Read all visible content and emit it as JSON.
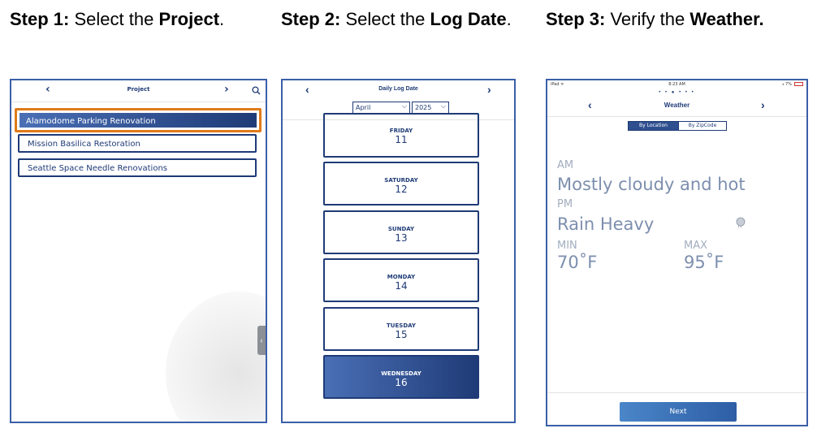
{
  "steps": [
    {
      "prefix": "Step 1:",
      "text": " Select the ",
      "bold": "Project",
      "suffix": "."
    },
    {
      "prefix": "Step 2:",
      "text": " Select the ",
      "bold": "Log Date",
      "suffix": "."
    },
    {
      "prefix": "Step 3:",
      "text": " Verify the ",
      "bold": "Weather.",
      "suffix": ""
    }
  ],
  "panel1": {
    "title": "Project",
    "projects": [
      "Alamodome Parking Renovation",
      "Mission Basilica Restoration",
      "Seattle Space Needle Renovations"
    ]
  },
  "panel2": {
    "title": "Daily Log Date",
    "month": "April",
    "year": "2025",
    "days": [
      {
        "name": "FRIDAY",
        "num": "11"
      },
      {
        "name": "SATURDAY",
        "num": "12"
      },
      {
        "name": "SUNDAY",
        "num": "13"
      },
      {
        "name": "MONDAY",
        "num": "14"
      },
      {
        "name": "TUESDAY",
        "num": "15"
      },
      {
        "name": "WEDNESDAY",
        "num": "16"
      }
    ]
  },
  "panel3": {
    "status_left": "iPad ᯤ",
    "status_time": "8:23 AM",
    "status_right": "⁎ 7%",
    "title": "Weather",
    "seg_location": "By Location",
    "seg_zip": "By ZipCode",
    "am_label": "AM",
    "am_value": "Mostly cloudy and hot",
    "pm_label": "PM",
    "pm_value": "Rain Heavy",
    "min_label": "MIN",
    "min_value": "70˚F",
    "max_label": "MAX",
    "max_value": "95˚F",
    "next_label": "Next"
  },
  "colors": {
    "brand": "#1f3b77",
    "highlight": "#e07b1a",
    "weather_text": "#7d8fae"
  }
}
